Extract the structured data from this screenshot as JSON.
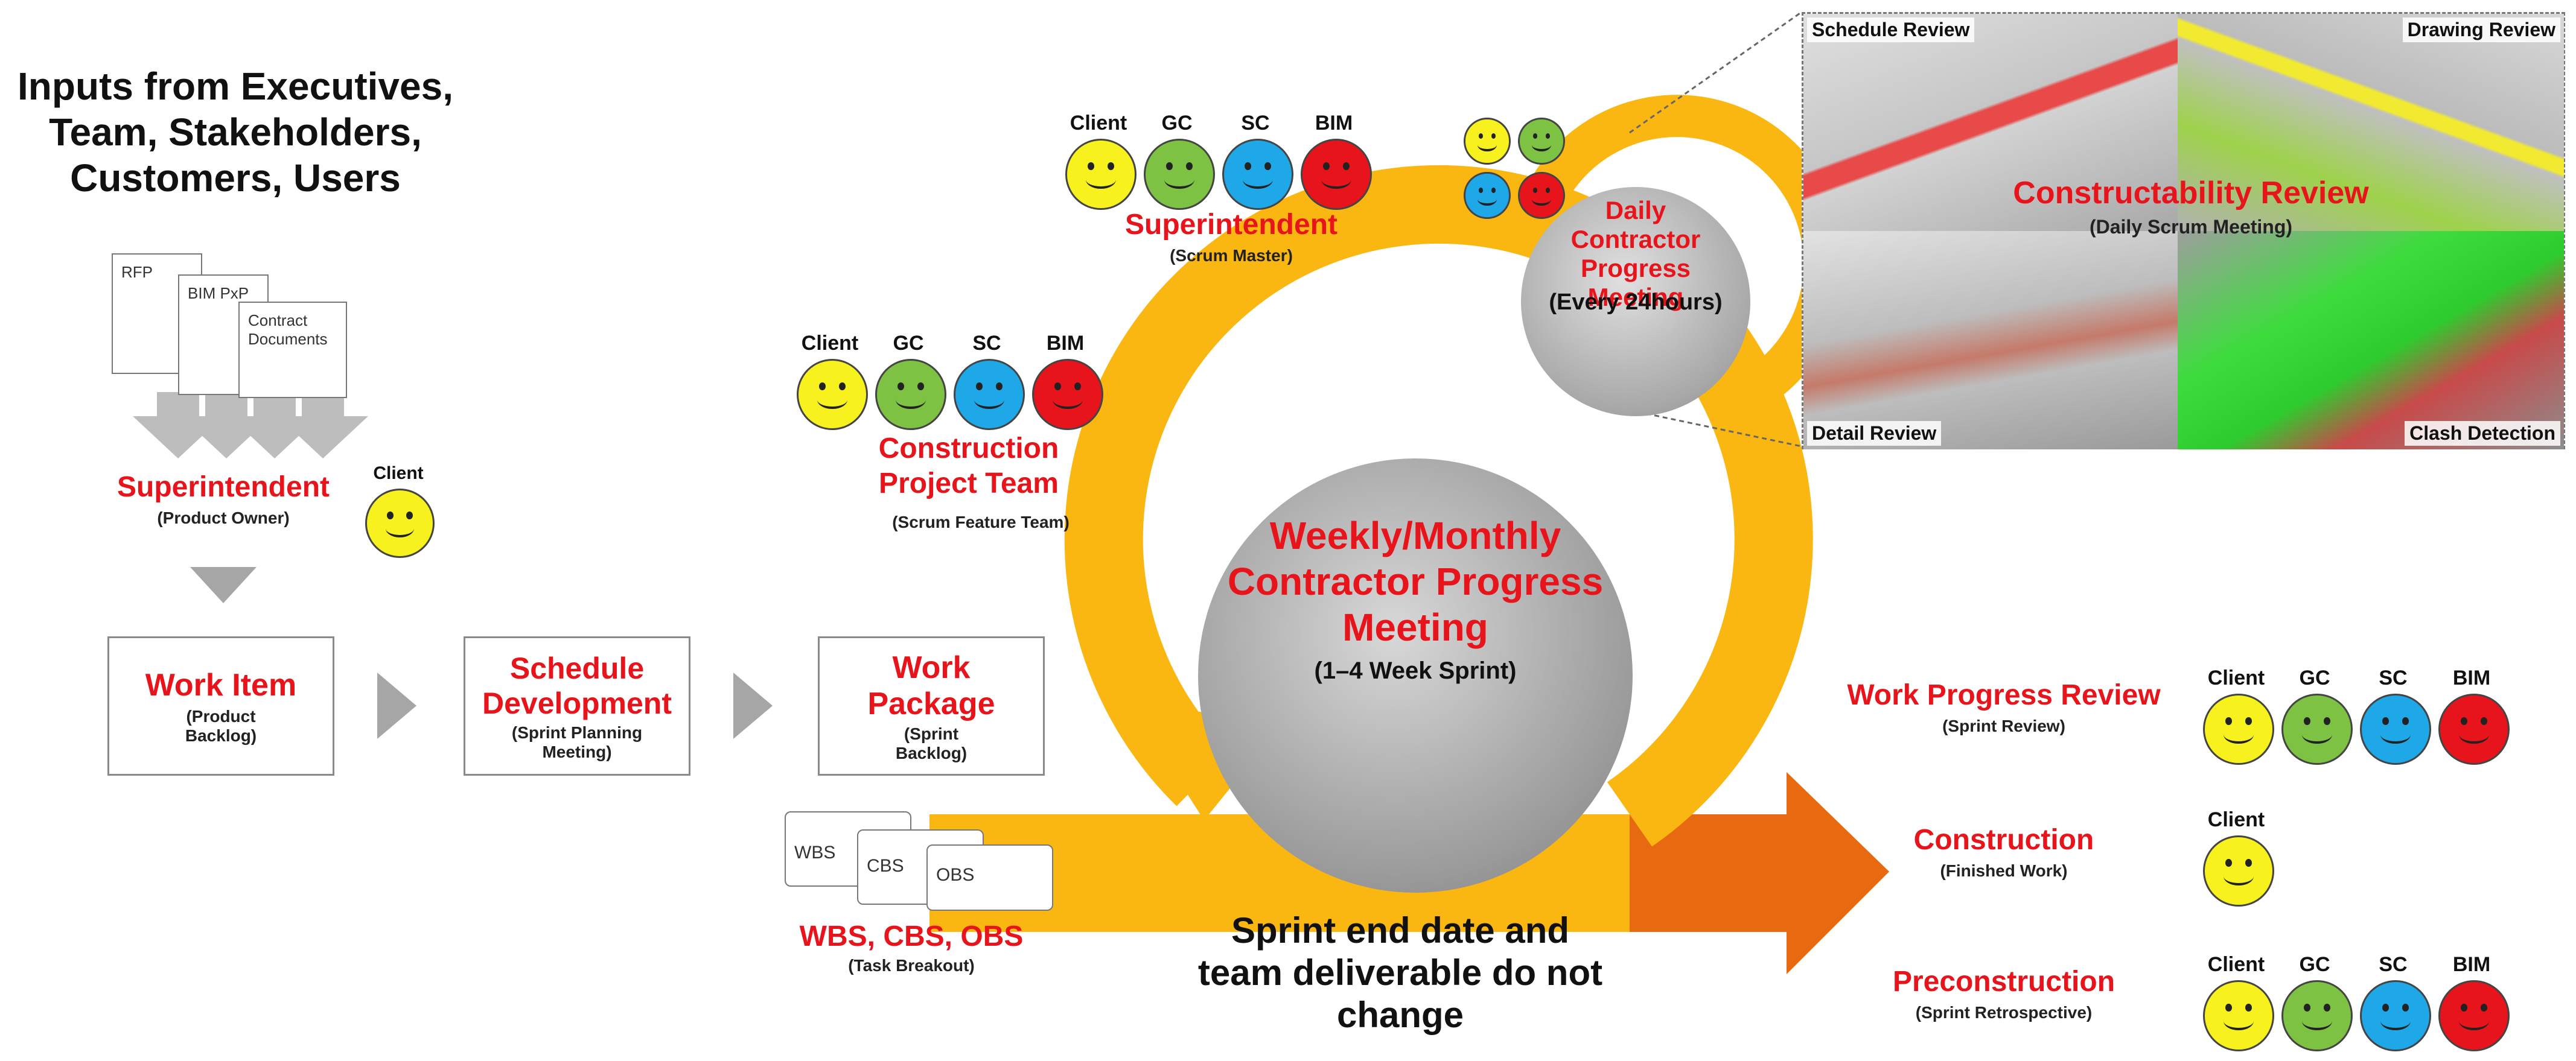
{
  "inputs": {
    "title": "Inputs from Executives, Team, Stakeholders, Customers, Users"
  },
  "documents": [
    "RFP",
    "BIM PxP",
    "Contract Documents"
  ],
  "product_owner": {
    "title": "Superintendent",
    "subtitle": "(Product Owner)",
    "role": "Client"
  },
  "work_item": {
    "title": "Work Item",
    "subtitle": "(Product Backlog)"
  },
  "schedule_development": {
    "title": "Schedule Development",
    "subtitle": "(Sprint Planning Meeting)"
  },
  "work_package": {
    "title": "Work Package",
    "subtitle": "(Sprint Backlog)"
  },
  "breakdown_docs": [
    "WBS",
    "CBS",
    "OBS"
  ],
  "task_breakout": {
    "title": "WBS, CBS, OBS",
    "subtitle": "(Task Breakout)"
  },
  "construction_project_team": {
    "title": "Construction Project Team",
    "subtitle": "(Scrum Feature Team)",
    "roles": [
      "Client",
      "GC",
      "SC",
      "BIM"
    ]
  },
  "scrum_master": {
    "title": "Superintendent",
    "subtitle": "(Scrum Master)",
    "roles": [
      "Client",
      "GC",
      "SC",
      "BIM"
    ]
  },
  "weekly_meeting": {
    "title": "Weekly/Monthly Contractor Progress Meeting",
    "subtitle": "(1–4 Week Sprint)"
  },
  "daily_meeting": {
    "title": "Daily Contractor Progress Meeting",
    "subtitle": "(Every 24hours)"
  },
  "constructability": {
    "title": "Constructability Review",
    "subtitle": "(Daily Scrum Meeting)",
    "tiles": [
      "Schedule Review",
      "Drawing Review",
      "Detail Review",
      "Clash Detection"
    ]
  },
  "sprint_note": "Sprint end date and team deliverable do not change",
  "work_progress_review": {
    "title": "Work Progress Review",
    "subtitle": "(Sprint Review)",
    "roles": [
      "Client",
      "GC",
      "SC",
      "BIM"
    ]
  },
  "construction": {
    "title": "Construction",
    "subtitle": "(Finished Work)",
    "roles": [
      "Client"
    ]
  },
  "preconstruction": {
    "title": "Preconstruction",
    "subtitle": "(Sprint Retrospective)",
    "roles": [
      "Client",
      "GC",
      "SC",
      "BIM"
    ]
  },
  "colors": {
    "client": "#f7f21e",
    "gc": "#7dc242",
    "sc": "#1ea8e8",
    "bim": "#e8141b",
    "arrow": "#fbb711",
    "arrow_dark": "#e86a10",
    "title_red": "#e8141b"
  }
}
